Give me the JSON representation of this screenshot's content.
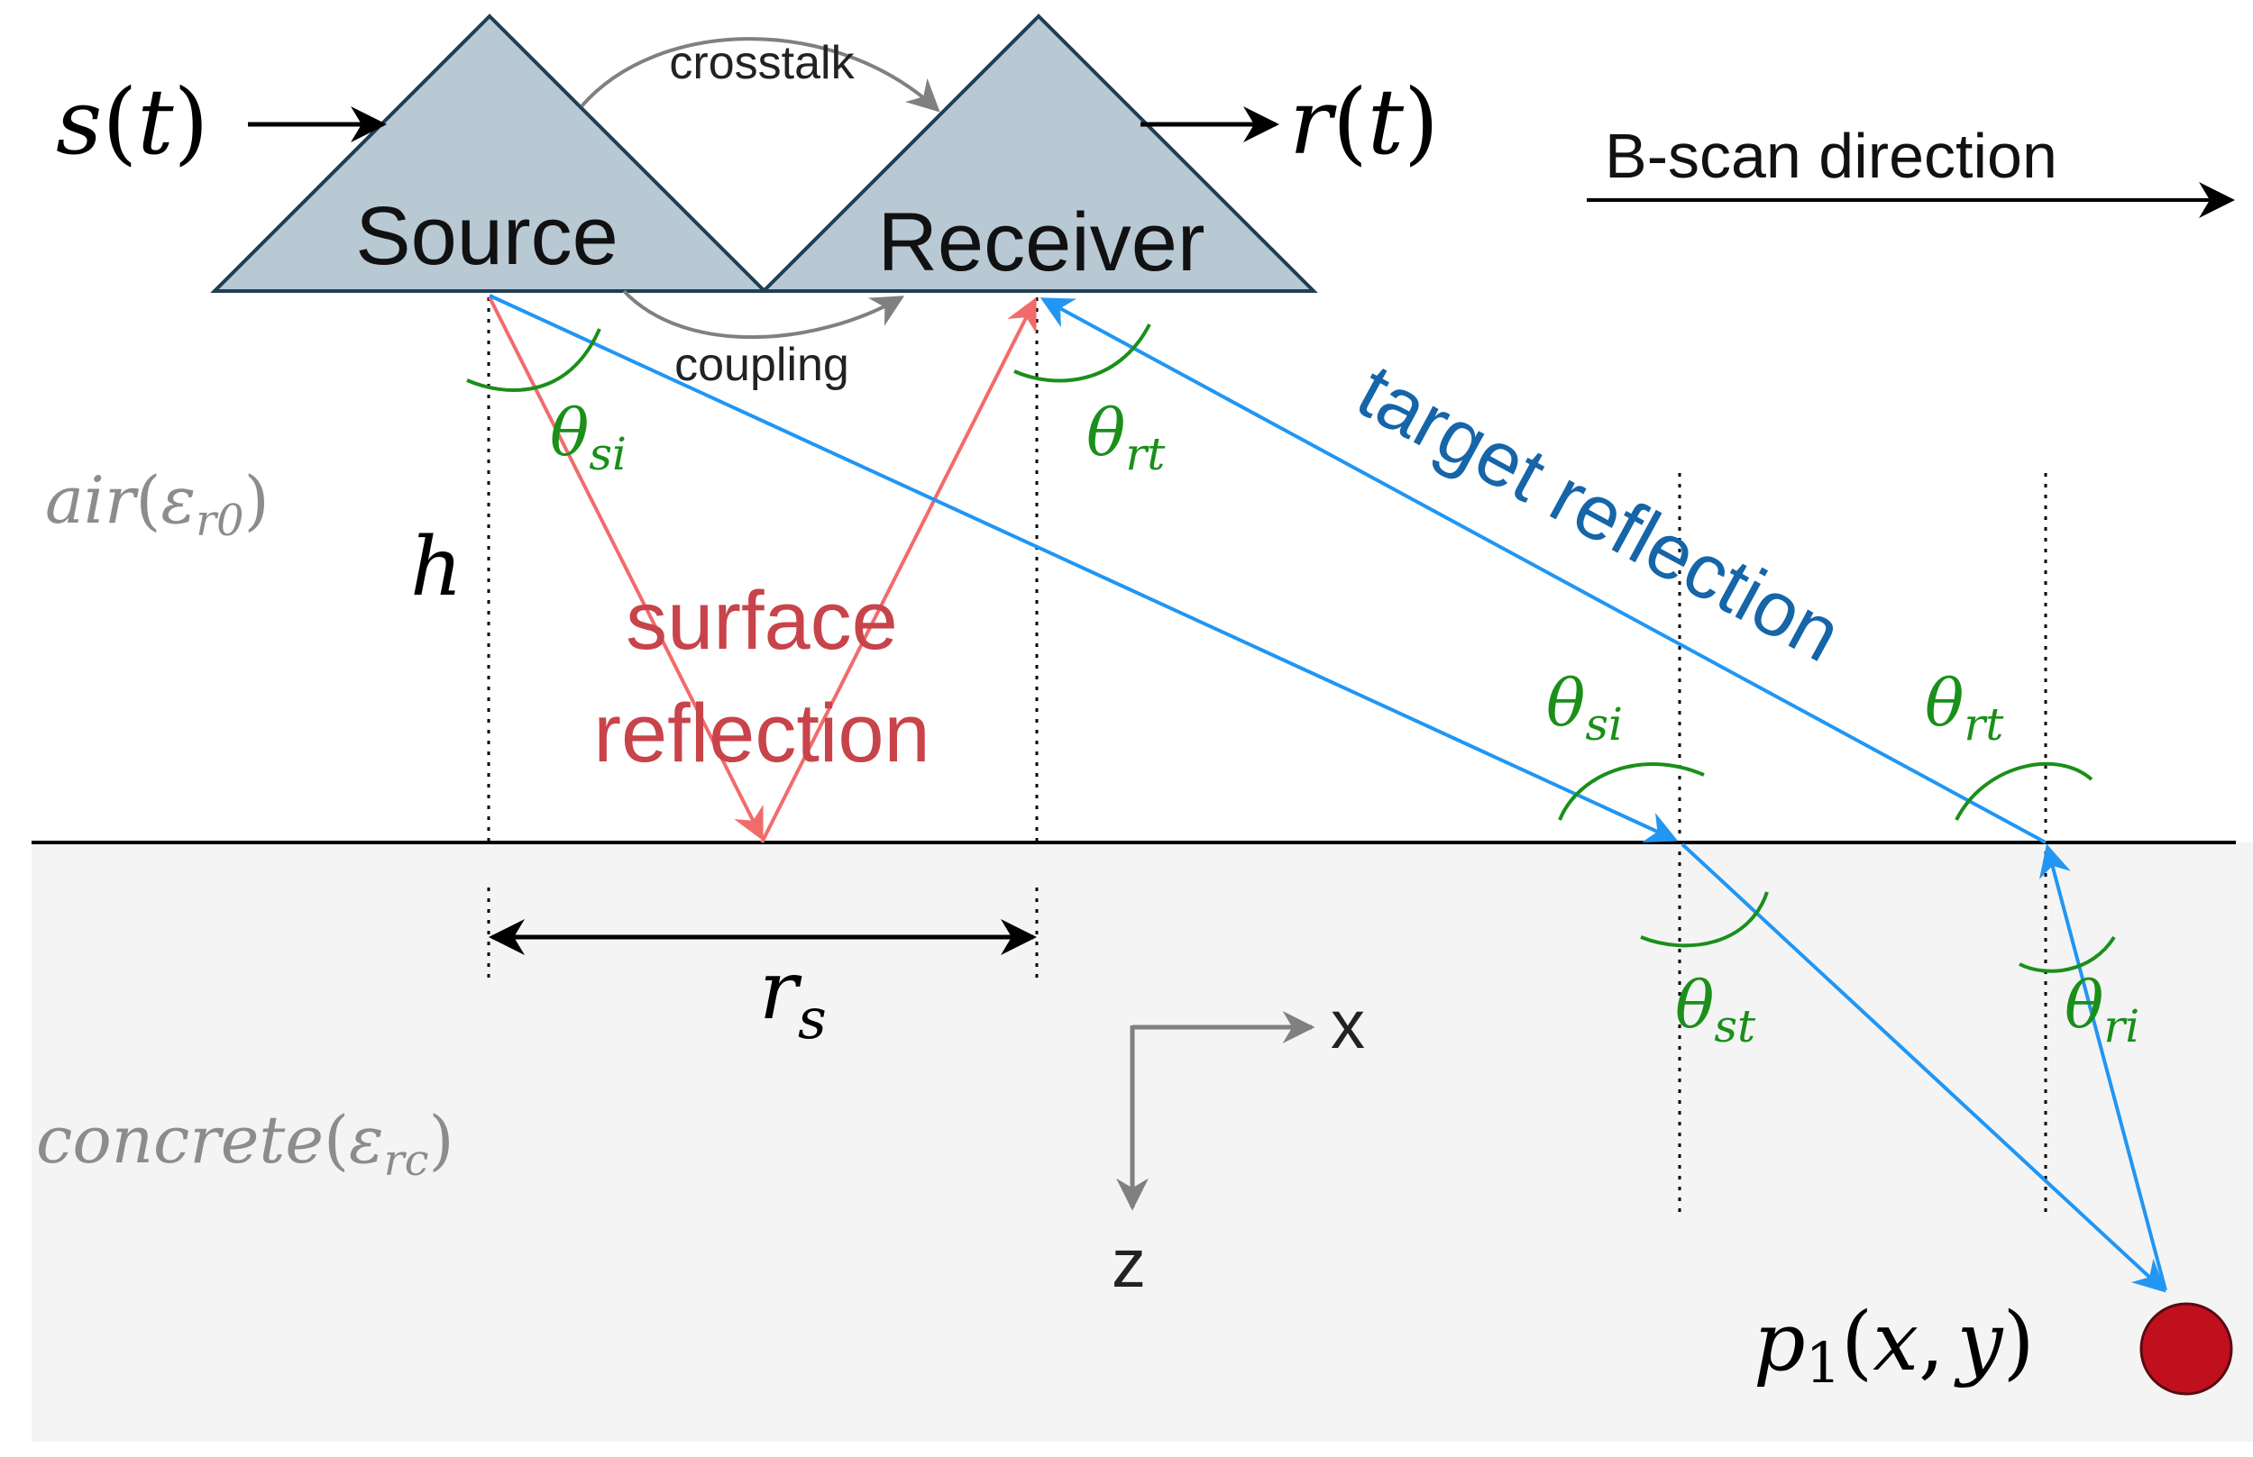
{
  "labels": {
    "source": "Source",
    "receiver": "Receiver",
    "crosstalk": "crosstalk",
    "coupling": "coupling",
    "bscan": "B-scan direction",
    "target_reflection": "target reflection",
    "surface_reflection_1": "surface",
    "surface_reflection_2": "reflection",
    "axis_x": "x",
    "axis_z": "z"
  },
  "math": {
    "st_s": "s",
    "st_open": "(",
    "st_t": "t",
    "st_close": ")",
    "rt_r": "r",
    "rt_open": "(",
    "rt_t": "t",
    "rt_close": ")",
    "h": "h",
    "rs_r": "r",
    "rs_sub": "s",
    "air_name": "air",
    "air_open": "(",
    "air_eps": "ε",
    "air_sub": "r0",
    "air_close": ")",
    "concrete_name": "concrete",
    "concrete_open": "(",
    "concrete_eps": "ε",
    "concrete_sub": "rc",
    "concrete_close": ")",
    "theta": "θ",
    "sub_si": "si",
    "sub_rt": "rt",
    "sub_st": "st",
    "sub_ri": "ri",
    "p1_p": "p",
    "p1_sub": "1",
    "p1_open": "(",
    "p1_x": "x",
    "p1_comma": ",",
    "p1_y": "y",
    "p1_close": ")"
  },
  "colors": {
    "antenna_fill": "#b8c9d4",
    "antenna_stroke": "#1e3f55",
    "surface_ray": "#f26b6b",
    "surface_text": "#c8434a",
    "target_ray": "#2196f3",
    "target_text": "#1565a8",
    "angle": "#1a8f1a",
    "medium_text": "#8c8c8c",
    "concrete_fill": "#f4f4f4",
    "target_point": "#c0101e",
    "gray_arrow": "#808080"
  },
  "icons": {
    "target": "filled-circle"
  }
}
